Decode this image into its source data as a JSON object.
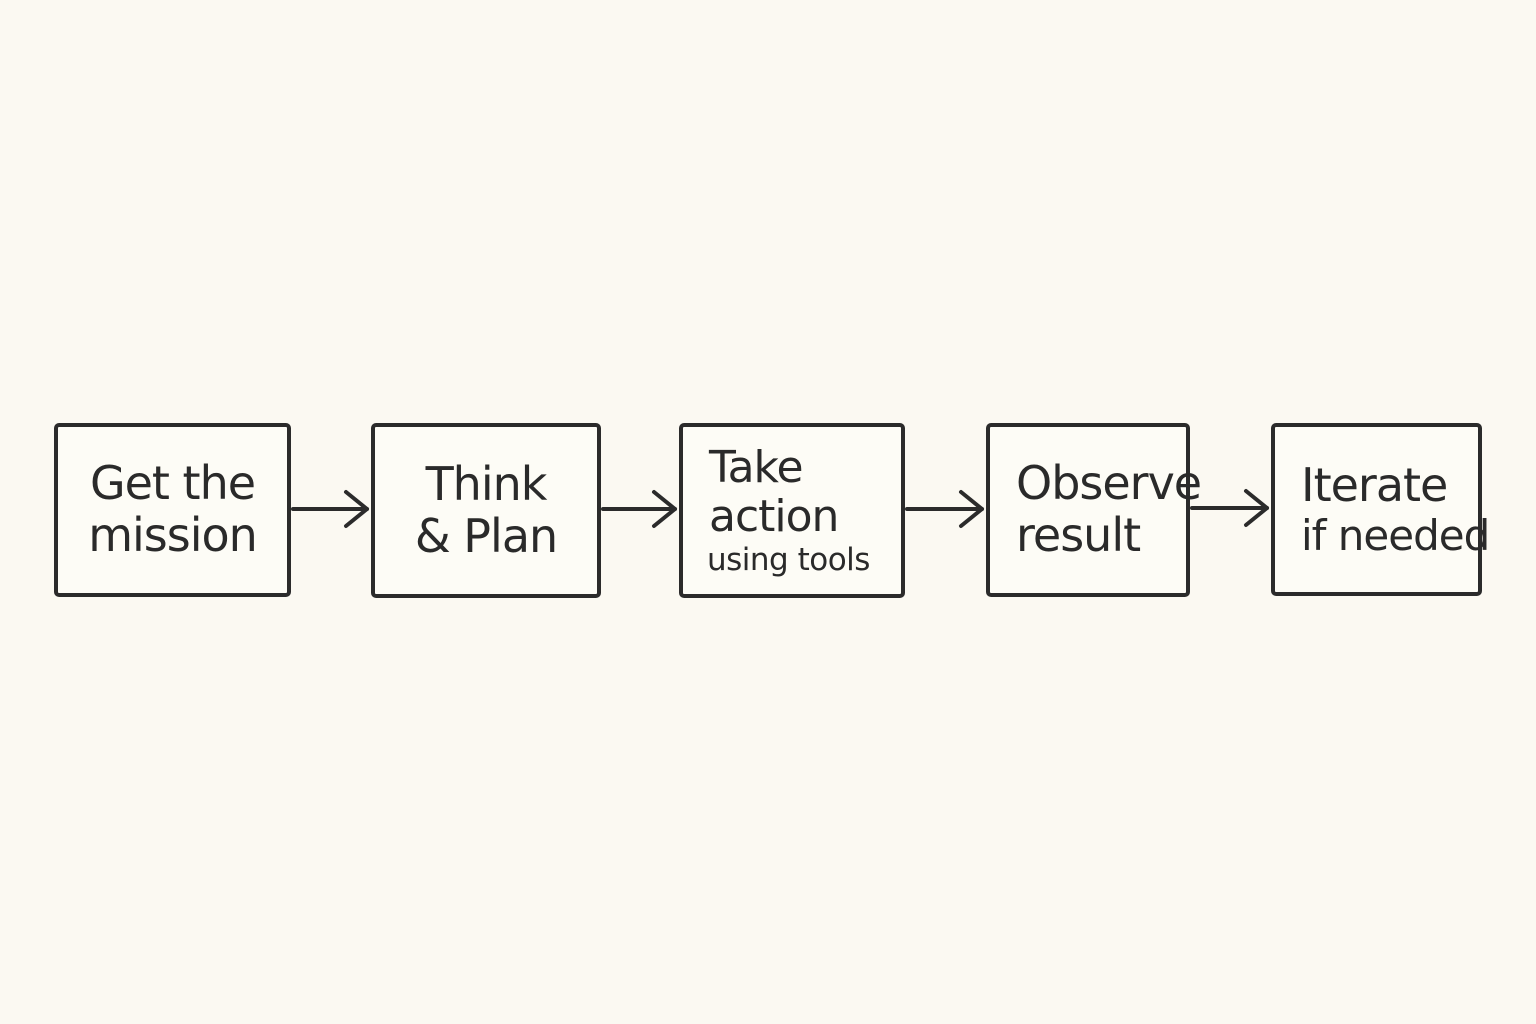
{
  "diagram": {
    "steps": [
      {
        "line1": "Get the",
        "line2": "mission",
        "line3": ""
      },
      {
        "line1": "Think",
        "line2": "& Plan",
        "line3": ""
      },
      {
        "line1": "Take",
        "line2": "action",
        "line3": "using tools"
      },
      {
        "line1": "Observe",
        "line2": "result",
        "line3": ""
      },
      {
        "line1": "Iterate",
        "line2": "if needed",
        "line3": ""
      }
    ],
    "colors": {
      "background": "#fbf9f2",
      "stroke": "#2b2b2b",
      "text": "#2a2a2a"
    }
  }
}
